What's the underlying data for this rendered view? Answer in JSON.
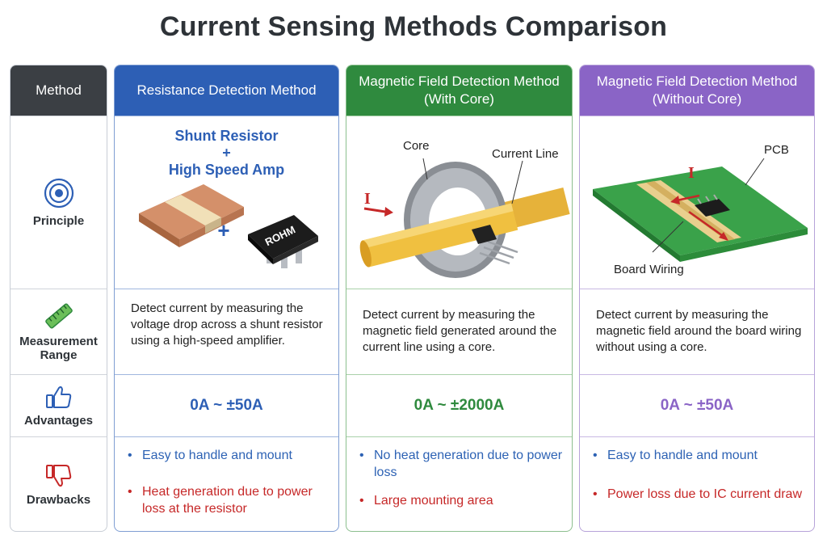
{
  "title": "Current Sensing Methods Comparison",
  "method_column": {
    "header": "Method",
    "rows": {
      "principle": "Principle",
      "measurement_range": "Measurement Range",
      "advantages": "Advantages",
      "drawbacks": "Drawbacks"
    }
  },
  "columns": [
    {
      "header": "Resistance Detection Method",
      "header_color": "#2d5fb5",
      "image": {
        "title_line1": "Shunt Resistor",
        "title_plus": "+",
        "title_line2": "High Speed Amp",
        "plus": "+",
        "chip_label": "ROHM"
      },
      "description": "Detect current by measuring the voltage drop across a shunt resistor using a high-speed amplifier.",
      "range": "0A ~ ±50A",
      "advantages": [
        "Easy to handle and mount"
      ],
      "drawbacks": [
        "Heat generation due to power loss at the resistor"
      ]
    },
    {
      "header": "Magnetic Field Detection Method (With Core)",
      "header_color": "#2f8a3e",
      "image": {
        "label_core": "Core",
        "label_line": "Current Line",
        "label_current": "I"
      },
      "description": "Detect current by measuring the magnetic field generated around the current line using a core.",
      "range": "0A ~ ±2000A",
      "advantages": [
        "No heat generation due to power loss"
      ],
      "drawbacks": [
        "Large mounting area"
      ]
    },
    {
      "header": "Magnetic Field Detection Method (Without Core)",
      "header_color": "#8a64c6",
      "image": {
        "label_pcb": "PCB",
        "label_current": "I",
        "label_wiring": "Board Wiring"
      },
      "description": "Detect current by measuring the magnetic field around the board wiring without using a core.",
      "range": "0A ~ ±50A",
      "advantages": [
        "Easy to handle and mount"
      ],
      "drawbacks": [
        "Power loss due to IC current draw"
      ]
    }
  ],
  "icons": {
    "principle": "target-icon",
    "measurement_range": "ruler-icon",
    "advantages": "thumbs-up-icon",
    "drawbacks": "thumbs-down-icon"
  }
}
